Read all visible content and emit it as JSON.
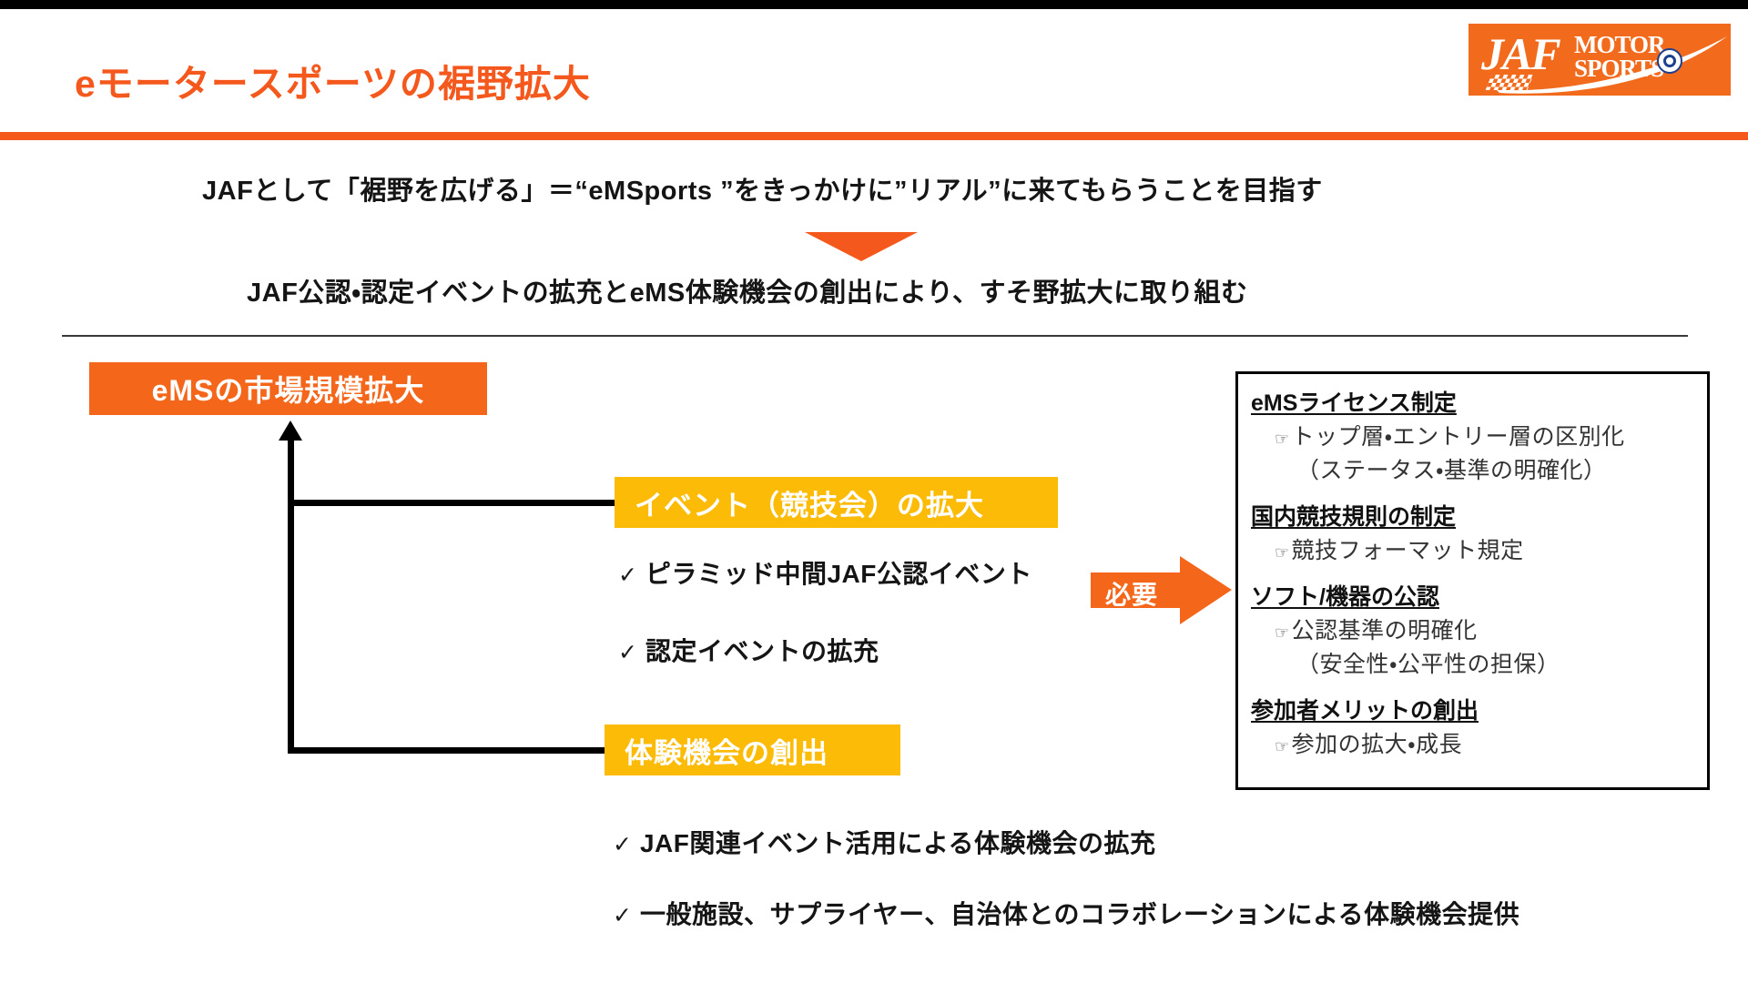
{
  "slide": {
    "title": "eモータースポーツの裾野拡大",
    "accent_color": "#F4581C",
    "amber_color": "#FBBB07",
    "orange_color": "#F4661A"
  },
  "logo": {
    "jaf": "JAF",
    "motor": "MOTOR",
    "sports": "SPORTS"
  },
  "lead": {
    "line1": "JAFとして「裾野を広げる」＝“eMSports ”をきっかけに”リアル”に来てもらうことを目指す",
    "line2": "JAF公認・認定イベントの拡充とeMS体験機会の創出により、すそ野拡大に取り組む"
  },
  "left": {
    "market_box": "eMSの市場規模拡大",
    "event_box": "イベント（競技会）の拡大",
    "experience_box": "体験機会の創出",
    "check_glyph": "✓",
    "event_bullets": [
      "ピラミッド中間JAF公認イベント",
      "認定イベントの拡充"
    ],
    "experience_bullets": [
      "JAF関連イベント活用による体験機会の拡充",
      "一般施設、サプライヤー、自治体とのコラボレーションによる体験機会提供"
    ]
  },
  "need_arrow": {
    "label": "必要"
  },
  "panel": {
    "hand_glyph": "☞",
    "groups": [
      {
        "heading": "eMSライセンス制定",
        "sub": "トップ層・エントリー層の区別化",
        "note": "（ステータス・基準の明確化）"
      },
      {
        "heading": "国内競技規則の制定",
        "sub": "競技フォーマット規定",
        "note": ""
      },
      {
        "heading": "ソフト/機器の公認",
        "sub": "公認基準の明確化",
        "note": "（安全性・公平性の担保）"
      },
      {
        "heading": "参加者メリットの創出",
        "sub": "参加の拡大・成長",
        "note": ""
      }
    ]
  }
}
